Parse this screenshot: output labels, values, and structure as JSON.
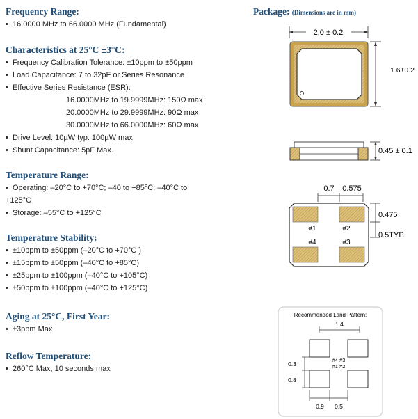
{
  "frequency": {
    "title": "Frequency Range:",
    "items": [
      "16.0000 MHz to 66.0000 MHz (Fundamental)"
    ]
  },
  "characteristics": {
    "title": "Characteristics at 25°C ±3°C:",
    "items": [
      "Frequency Calibration Tolerance: ±10ppm to ±50ppm",
      "Load Capacitance: 7 to 32pF or Series Resonance",
      "Effective Series Resistance (ESR):"
    ],
    "esr": [
      "16.0000MHz to 19.9999MHz: 150Ω max",
      "20.0000MHz to 29.9999MHz: 90Ω max",
      "30.0000MHz to 66.0000MHz: 60Ω max"
    ],
    "items2": [
      "Drive Level: 10µW typ. 100µW max",
      "Shunt Capacitance: 5pF Max."
    ]
  },
  "temp_range": {
    "title": "Temperature Range:",
    "operating_1": "Operating: –20°C to +70°C; –40 to +85°C; –40°C to",
    "operating_2": "+125°C",
    "storage": "Storage: –55°C to +125°C"
  },
  "stability": {
    "title": "Temperature Stability:",
    "items": [
      "±10ppm to ±50ppm (–20°C to +70°C )",
      "±15ppm to ±50ppm (–40°C to +85°C)",
      "±25ppm to ±100ppm (–40°C to +105°C)",
      "±50ppm to ±100ppm (–40°C to +125°C)"
    ]
  },
  "aging": {
    "title": "Aging at 25°C, First Year:",
    "items": [
      "±3ppm Max"
    ]
  },
  "reflow": {
    "title": "Reflow Temperature:",
    "items": [
      "260°C Max, 10 seconds max"
    ]
  },
  "package": {
    "title": "Package:",
    "subtitle": "(Dimensions are in mm)",
    "width_dim": "2.0 ± 0.2",
    "height_dim": "1.6±0.2",
    "thickness_dim": "0.45 ± 0.1",
    "pad_dim_a": "0.7",
    "pad_dim_b": "0.575",
    "pad_dim_c": "0.475",
    "pad_dim_d": "0.5TYP.",
    "pads": [
      "#1",
      "#2",
      "#4",
      "#3"
    ]
  },
  "land_pattern": {
    "title": "Recommended Land Pattern:",
    "dim_top": "1.4",
    "dim_03": "0.3",
    "dim_08": "0.8",
    "dim_09": "0.9",
    "dim_05": "0.5",
    "label_top": "#4  #3",
    "label_bottom": "#1  #2"
  },
  "colors": {
    "heading": "#1f4e79",
    "pad": "#d8b86a",
    "body": "#ffffff"
  }
}
